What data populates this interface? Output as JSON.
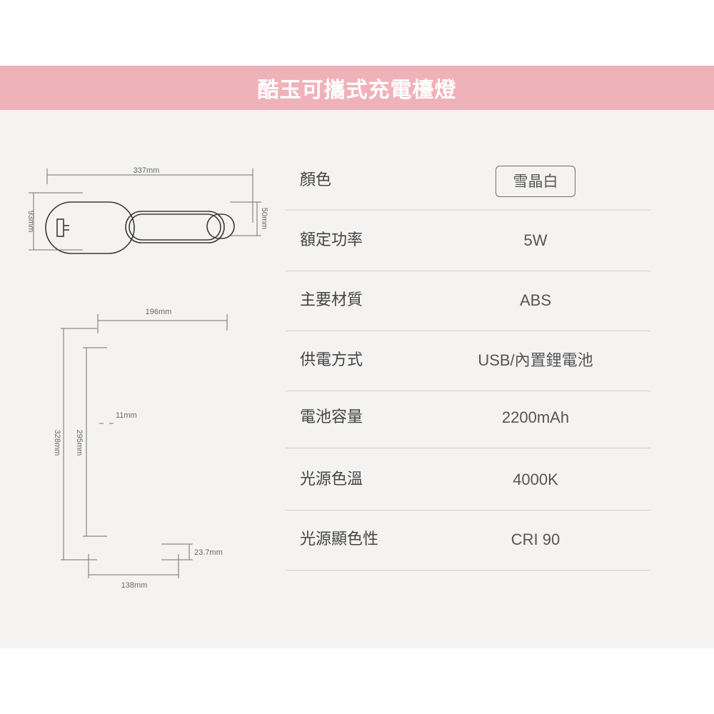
{
  "title": "酷玉可攜式充電檯燈",
  "dimensions": {
    "width_top": "337mm",
    "height_side": "93mm",
    "head_height": "50mm",
    "arm_width": "196mm",
    "total_height": "328mm",
    "pole_height": "295mm",
    "pole_thickness": "11mm",
    "base_thickness": "23.7mm",
    "base_width": "138mm"
  },
  "specs": [
    {
      "label": "顏色",
      "value": "雪晶白",
      "boxed": true
    },
    {
      "label": "額定功率",
      "value": "5W"
    },
    {
      "label": "主要材質",
      "value": "ABS"
    },
    {
      "label": "供電方式",
      "value": "USB/內置鋰電池"
    },
    {
      "label": "電池容量",
      "value": "2200mAh"
    },
    {
      "label": "光源色溫",
      "value": "4000K"
    },
    {
      "label": "光源顯色性",
      "value": "CRI 90"
    }
  ],
  "colors": {
    "banner": "#f0b2b9",
    "panel": "#f4f3f2"
  }
}
